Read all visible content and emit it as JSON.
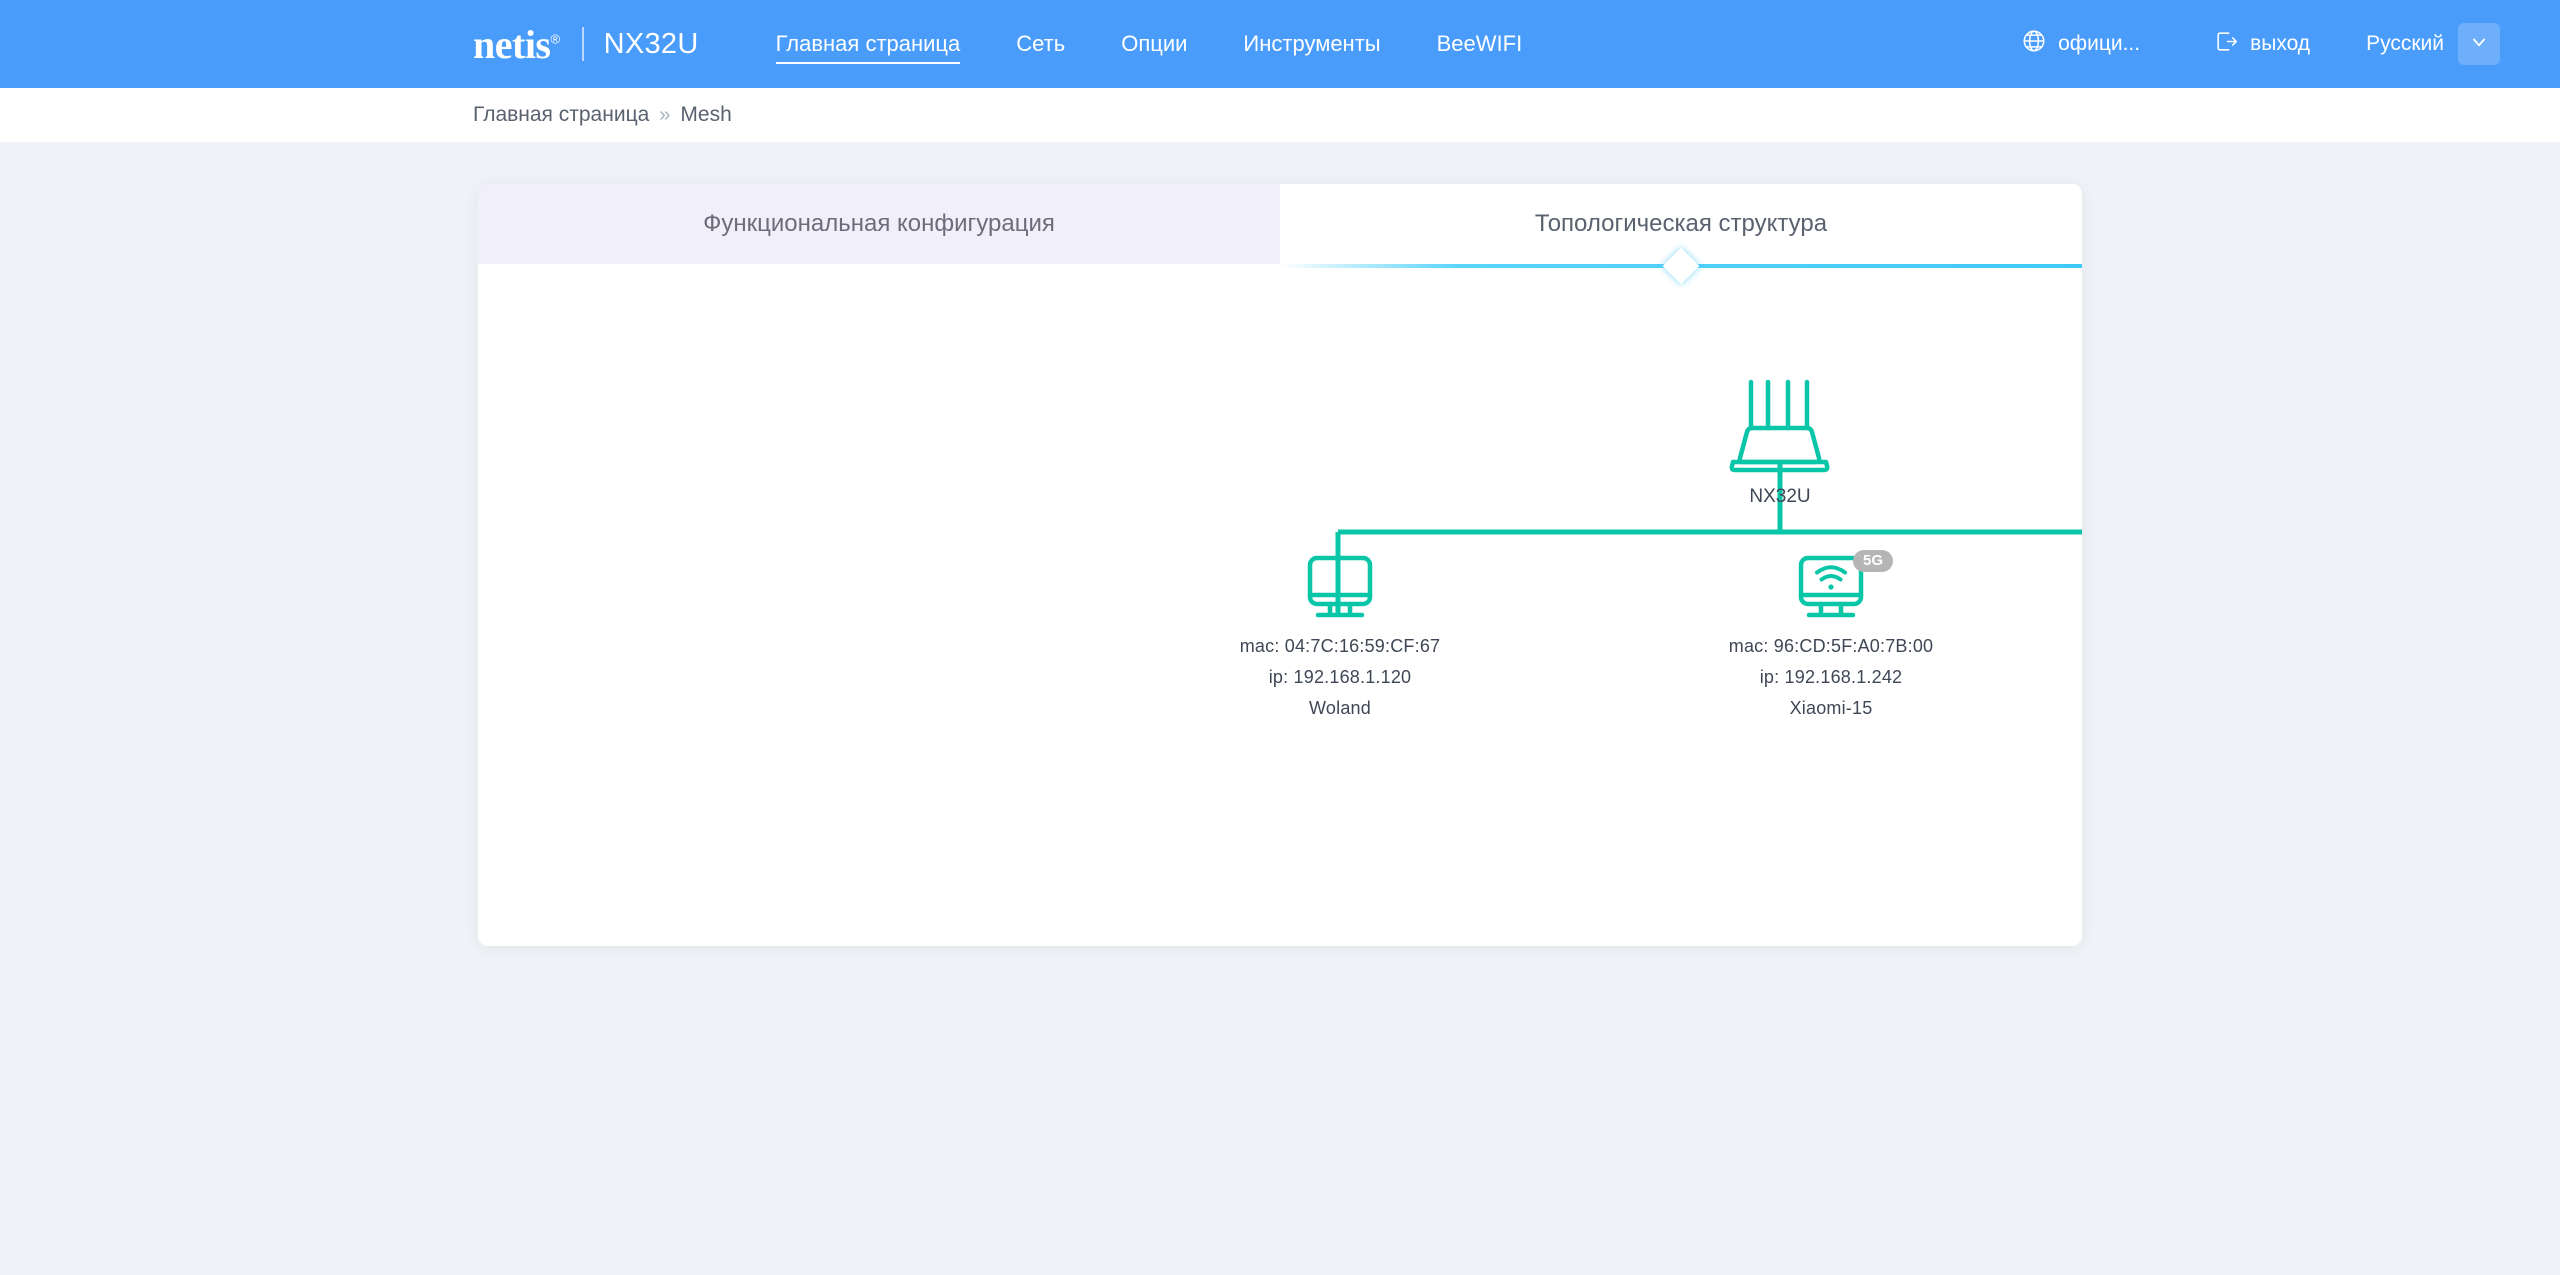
{
  "header": {
    "brand": "netis",
    "brand_reg": "®",
    "model": "NX32U",
    "nav": [
      {
        "label": "Главная страница",
        "active": true
      },
      {
        "label": "Сеть",
        "active": false
      },
      {
        "label": "Опции",
        "active": false
      },
      {
        "label": "Инструменты",
        "active": false
      },
      {
        "label": "BeeWIFI",
        "active": false
      }
    ],
    "official_label": "офици...",
    "official_icon": "globe-icon",
    "logout_label": "выход",
    "logout_icon": "logout-icon",
    "language_label": "Русский",
    "language_chevron_icon": "chevron-down-icon",
    "accent_color": "#4a9cfb"
  },
  "breadcrumb": {
    "root": "Главная страница",
    "separator": "»",
    "current": "Mesh"
  },
  "tabs": [
    {
      "label": "Функциональная конфигурация",
      "active": false
    },
    {
      "label": "Топологическая структура",
      "active": true
    }
  ],
  "topology": {
    "link_color": "#0ac6a8",
    "router": {
      "icon": "router-icon",
      "name": "NX32U"
    },
    "clients": [
      {
        "icon": "desktop-monitor-icon",
        "badge": null,
        "mac": "mac: 04:7C:16:59:CF:67",
        "ip": "ip: 192.168.1.120",
        "name": "Woland"
      },
      {
        "icon": "monitor-wifi-icon",
        "badge": "5G",
        "mac": "mac: 96:CD:5F:A0:7B:00",
        "ip": "ip: 192.168.1.242",
        "name": "Xiaomi-15"
      }
    ]
  }
}
